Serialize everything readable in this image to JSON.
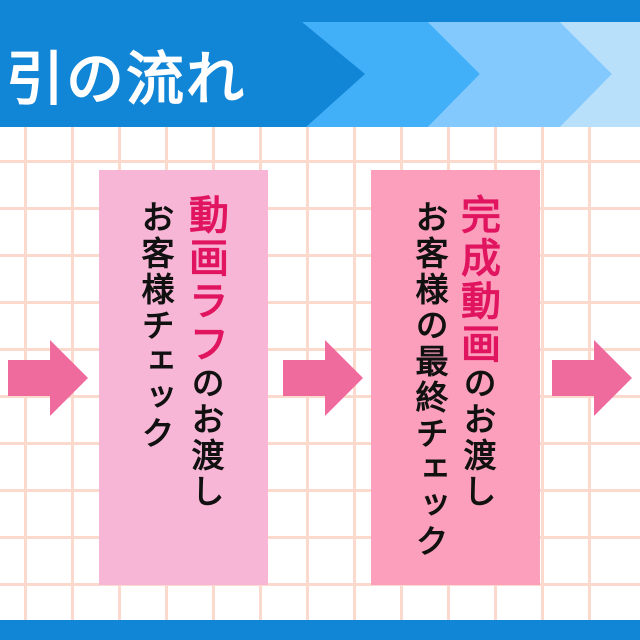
{
  "header": {
    "title": "引の流れ"
  },
  "colors": {
    "header_blue": "#1185d6",
    "chevron1": "#42aff9",
    "chevron2": "#84c9fd",
    "chevron3": "#b8e0fb",
    "box1": "#f8b6d6",
    "box2": "#fc9fbd",
    "arrow": "#ef6b9d",
    "highlight": "#e0145f"
  },
  "steps": [
    {
      "highlight": "動画ラフ",
      "line1_rest": "のお渡し",
      "line2": "お客様チェック"
    },
    {
      "highlight": "完成動画",
      "line1_rest": "のお渡し",
      "line2": "お客様の最終チェック"
    }
  ]
}
